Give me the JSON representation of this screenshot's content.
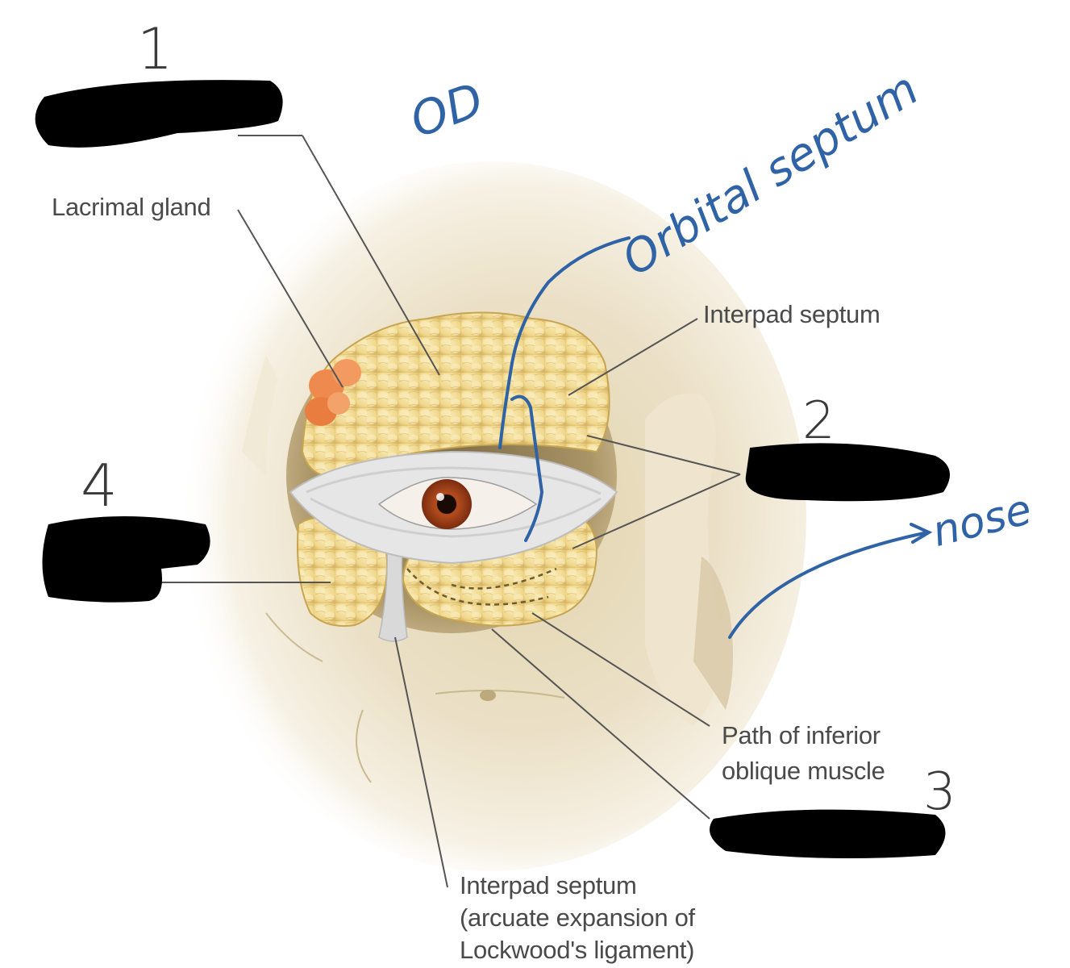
{
  "labels": {
    "lacrimal_gland": "Lacrimal gland",
    "interpad_septum_top": "Interpad septum",
    "path_inferior_oblique": [
      "Path of inferior",
      "oblique muscle"
    ],
    "interpad_septum_bottom": [
      "Interpad septum",
      "(arcuate expansion of",
      "Lockwood's ligament)"
    ]
  },
  "handwritten": {
    "numbers": [
      "1",
      "2",
      "3",
      "4"
    ],
    "od": "OD",
    "orbital_septum": "Orbital septum",
    "nose": "nose"
  },
  "colors": {
    "fat": "#f1d98f",
    "bone": "#ece2c8",
    "lacrimal": "#ee8a4e",
    "septum": "#dcdcdc",
    "iris": "#a9461c",
    "ink": "#2f63a6",
    "redaction": "#000000"
  }
}
